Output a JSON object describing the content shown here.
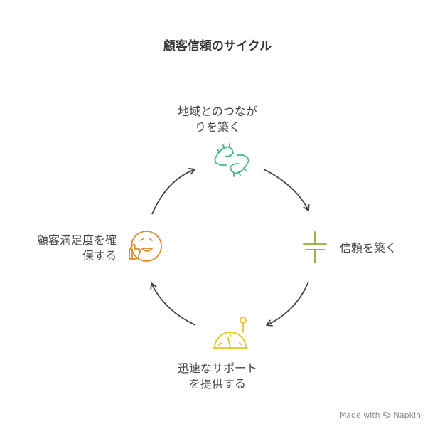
{
  "title": "顧客信頼のサイクル",
  "steps": [
    {
      "line1": "地域とのつなが",
      "line2": "りを築く",
      "icon": "handshake-icon",
      "color": "#3cba7a"
    },
    {
      "line1": "信頼を築く",
      "line2": "",
      "icon": "foundation-icon",
      "color": "#8ab033"
    },
    {
      "line1": "迅速なサポート",
      "line2": "を提供する",
      "icon": "speedometer-icon",
      "color": "#e3c61e"
    },
    {
      "line1": "顧客満足度を確",
      "line2": "保する",
      "icon": "happy-thumbs-up-icon",
      "color": "#e08a2e"
    }
  ],
  "arrow_color": "#444444",
  "footer": {
    "made_with": "Made with",
    "brand": "Napkin"
  }
}
